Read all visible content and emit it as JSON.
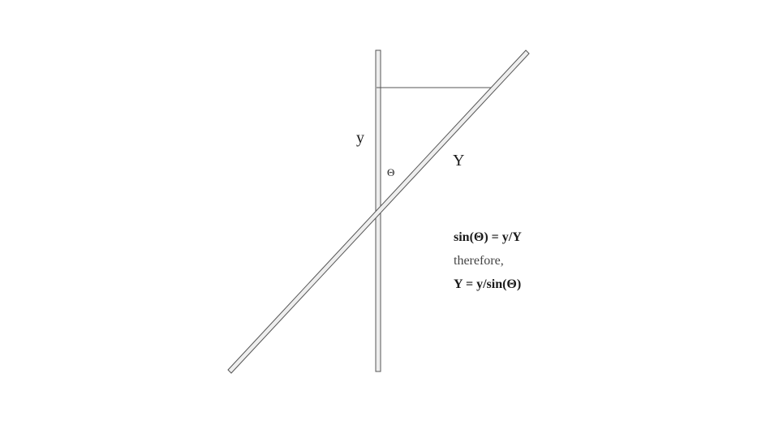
{
  "labels": {
    "vertical_side": "y",
    "hypotenuse": "Y",
    "angle": "Θ"
  },
  "formula": {
    "line1": "sin(Θ) = y/Y",
    "line2": "therefore,",
    "line3": "Y = y/sin(Θ)"
  },
  "colors": {
    "bar_fill": "#eeeeee",
    "bar_stroke": "#555555",
    "line": "#555555",
    "text": "#1a1a1a"
  }
}
